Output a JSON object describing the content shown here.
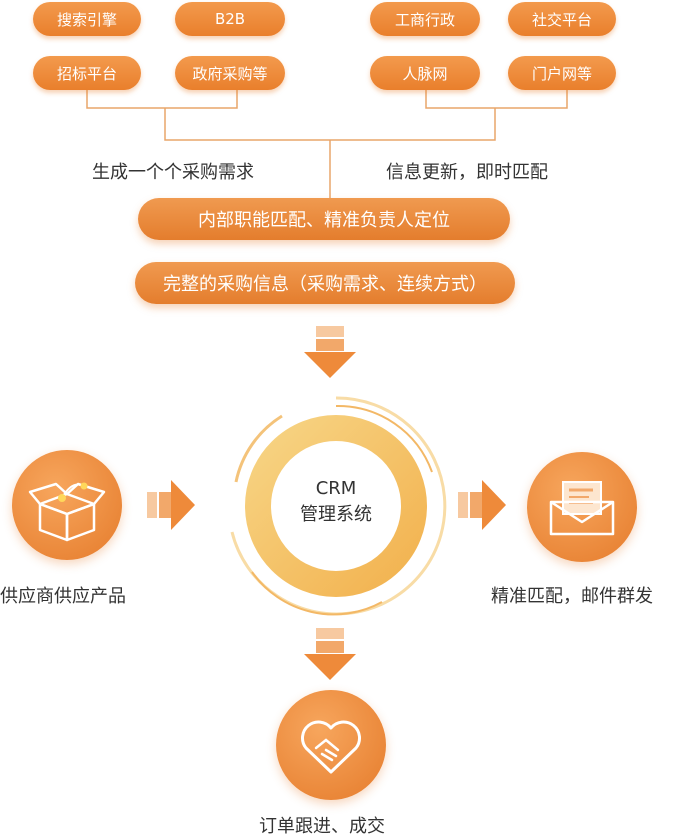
{
  "top_left_pills": [
    "搜索引擎",
    "B2B",
    "招标平台",
    "政府采购等"
  ],
  "top_right_pills": [
    "工商行政",
    "社交平台",
    "人脉网",
    "门户网等"
  ],
  "left_caption": "生成一个个采购需求",
  "right_caption": "信息更新，即时匹配",
  "bar1": "内部职能匹配、精准负责人定位",
  "bar2": "完整的采购信息（采购需求、连续方式）",
  "center": {
    "line1": "CRM",
    "line2": "管理系统"
  },
  "left_label": "供应商供应产品",
  "right_label": "精准匹配，邮件群发",
  "bottom_label": "订单跟进、成交",
  "colors": {
    "primary": "#e97f2c",
    "light": "#f7a65d",
    "ring": "#f5c86a"
  }
}
